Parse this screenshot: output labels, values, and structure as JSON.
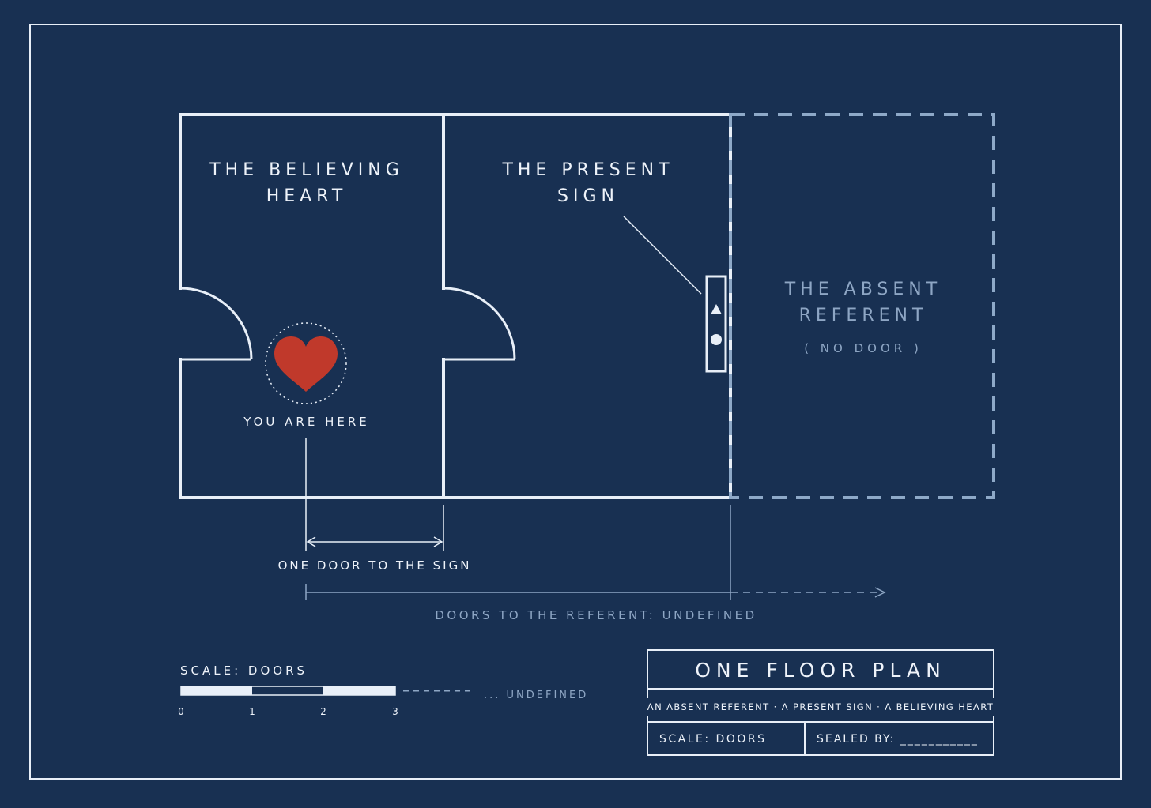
{
  "colors": {
    "background": "#183052",
    "line": "#e8eff8",
    "muted": "#8ea6c4",
    "dashed": "#8ea9c8",
    "heart": "#c0392b"
  },
  "rooms": {
    "believing_heart": {
      "line1": "THE BELIEVING",
      "line2": "HEART"
    },
    "present_sign": {
      "line1": "THE PRESENT",
      "line2": "SIGN"
    },
    "absent_referent": {
      "line1": "THE ABSENT",
      "line2": "REFERENT",
      "note": "( NO DOOR )"
    }
  },
  "marker": {
    "label": "YOU ARE HERE",
    "icon": "heart-icon"
  },
  "sign_icons": [
    "triangle-icon",
    "circle-icon"
  ],
  "dimensions": {
    "one_door": "ONE DOOR TO THE SIGN",
    "referent": "DOORS TO THE REFERENT: UNDEFINED"
  },
  "scale_bar": {
    "title": "SCALE: DOORS",
    "ticks": [
      "0",
      "1",
      "2",
      "3"
    ],
    "undefined_label": "... UNDEFINED"
  },
  "title_block": {
    "title": "ONE FLOOR PLAN",
    "subtitle": "AN ABSENT REFERENT · A PRESENT SIGN · A BELIEVING HEART",
    "scale": "SCALE: DOORS",
    "sealed_by": "SEALED BY: ___________"
  }
}
